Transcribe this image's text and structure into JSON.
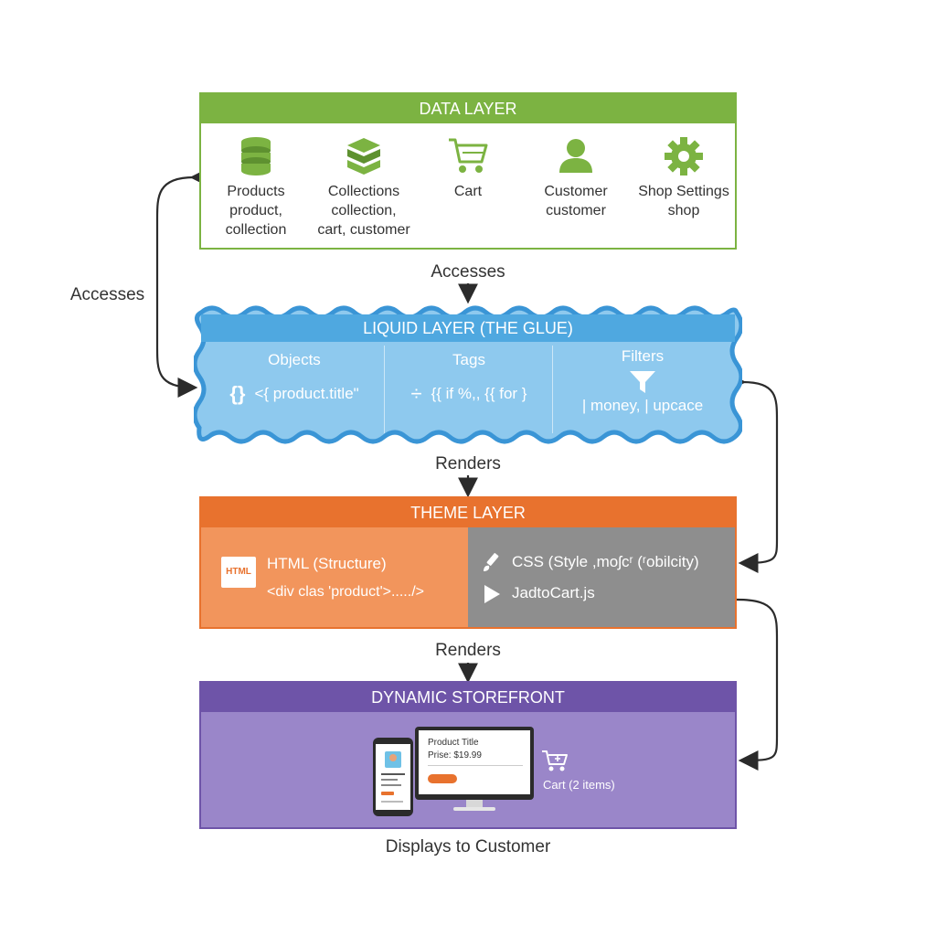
{
  "data_layer": {
    "title": "DATA LAYER",
    "items": [
      {
        "icon": "database-icon",
        "name": "Products",
        "objects": "product,",
        "objects2": "collection"
      },
      {
        "icon": "stack-icon",
        "name": "Collections",
        "objects": "collection,",
        "objects2": "cart, customer"
      },
      {
        "icon": "cart-icon",
        "name": "Cart"
      },
      {
        "icon": "user-icon",
        "name": "Customer",
        "objects": "customer"
      },
      {
        "icon": "gear-icon",
        "name": "Shop Settings",
        "objects": "shop"
      }
    ]
  },
  "liquid_layer": {
    "title": "LIQUID LAYER (THE GLUE)",
    "columns": [
      {
        "title": "Objects",
        "icon": "braces-icon",
        "code": "<{ product.title\""
      },
      {
        "title": "Tags",
        "icon": "divide-icon",
        "code": "{{ if %,, {{ for }"
      },
      {
        "title": "Filters",
        "icon": "funnel-icon",
        "code": "| money, | upcace"
      }
    ]
  },
  "theme_layer": {
    "title": "THEME LAYER",
    "html_badge": "HTML",
    "html_title": "HTML (Structure)",
    "html_code": "<div clas 'product'>...../>",
    "css_title": "CSS (Style ,moʃcʳ (ʳobilcity)",
    "js_title": "JadtoCart.js"
  },
  "storefront": {
    "title": "DYNAMIC STOREFRONT",
    "product_title": "Product Title",
    "price": "Prise: $19.99",
    "cart_label": "Cart (2 items)"
  },
  "flows": {
    "accesses_left": "Accesses",
    "accesses_center": "Accesses",
    "renders_1": "Renders",
    "renders_2": "Renders",
    "displays": "Displays to Customer"
  },
  "colors": {
    "data": "#7cb342",
    "liquid": "#5fb0e3",
    "liquid_border": "#3a95d6",
    "theme": "#e8722e",
    "theme_grey": "#8e8e8e",
    "storefront": "#6e54a8",
    "storefront_body": "#9a86c9"
  }
}
